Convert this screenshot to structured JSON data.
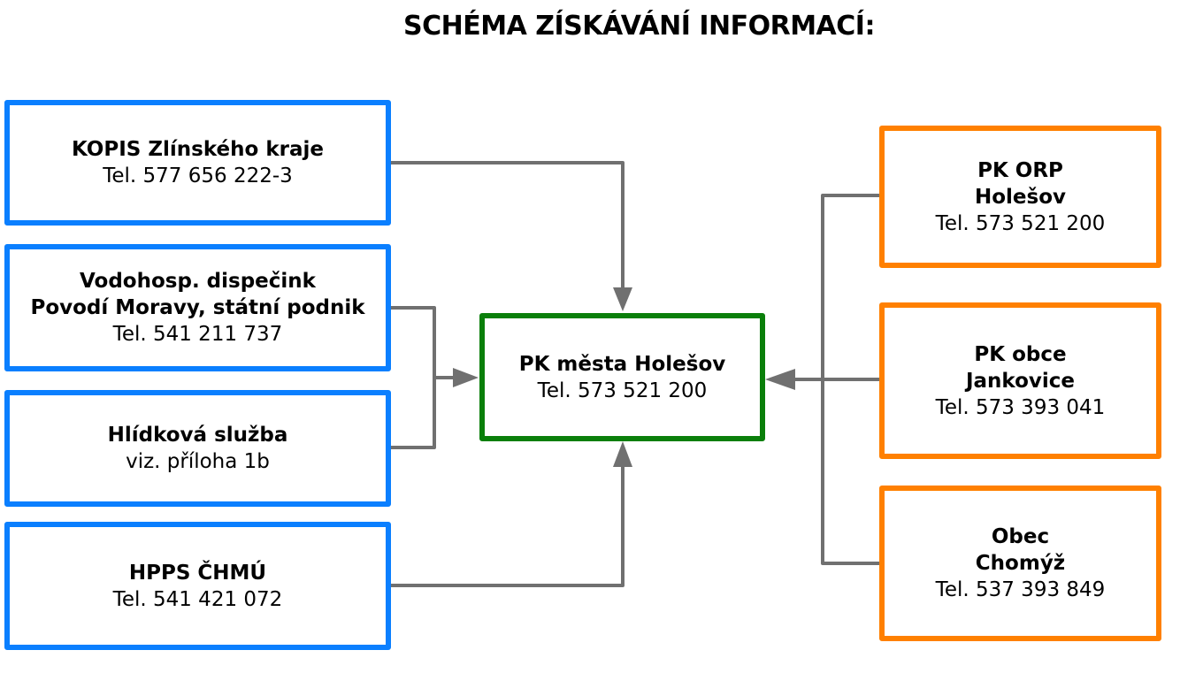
{
  "title": "SCHÉMA ZÍSKÁVÁNÍ INFORMACÍ:",
  "colors": {
    "source_border": "#0a7fff",
    "center_border": "#0a7f0a",
    "target_border": "#ff8000",
    "connector": "#707070"
  },
  "left_boxes": [
    {
      "lines_bold": [
        "KOPIS Zlínského kraje"
      ],
      "line_normal": "Tel. 577 656 222-3"
    },
    {
      "lines_bold": [
        "Vodohosp. dispečink",
        "Povodí Moravy, státní podnik"
      ],
      "line_normal": "Tel. 541 211 737"
    },
    {
      "lines_bold": [
        "Hlídková služba"
      ],
      "line_normal": "viz. příloha 1b"
    },
    {
      "lines_bold": [
        "HPPS ČHMÚ"
      ],
      "line_normal": "Tel. 541 421 072"
    }
  ],
  "center_box": {
    "lines_bold": [
      "PK města Holešov"
    ],
    "line_normal": "Tel. 573 521 200"
  },
  "right_boxes": [
    {
      "lines_bold": [
        "PK ORP",
        "Holešov"
      ],
      "line_normal": "Tel. 573 521 200"
    },
    {
      "lines_bold": [
        "PK obce",
        "Jankovice"
      ],
      "line_normal": "Tel. 573 393 041"
    },
    {
      "lines_bold": [
        "Obec",
        "Chomýž"
      ],
      "line_normal": "Tel. 537 393 849"
    }
  ],
  "connections": [
    {
      "from": "KOPIS Zlínského kraje",
      "to": "PK města Holešov"
    },
    {
      "from": "Vodohosp. dispečink Povodí Moravy",
      "to": "PK města Holešov"
    },
    {
      "from": "Hlídková služba",
      "to": "PK města Holešov"
    },
    {
      "from": "HPPS ČHMÚ",
      "to": "PK města Holešov"
    },
    {
      "from": "PK ORP Holešov",
      "to": "PK města Holešov"
    },
    {
      "from": "PK obce Jankovice",
      "to": "PK města Holešov"
    },
    {
      "from": "Obec Chomýž",
      "to": "PK města Holešov"
    }
  ]
}
